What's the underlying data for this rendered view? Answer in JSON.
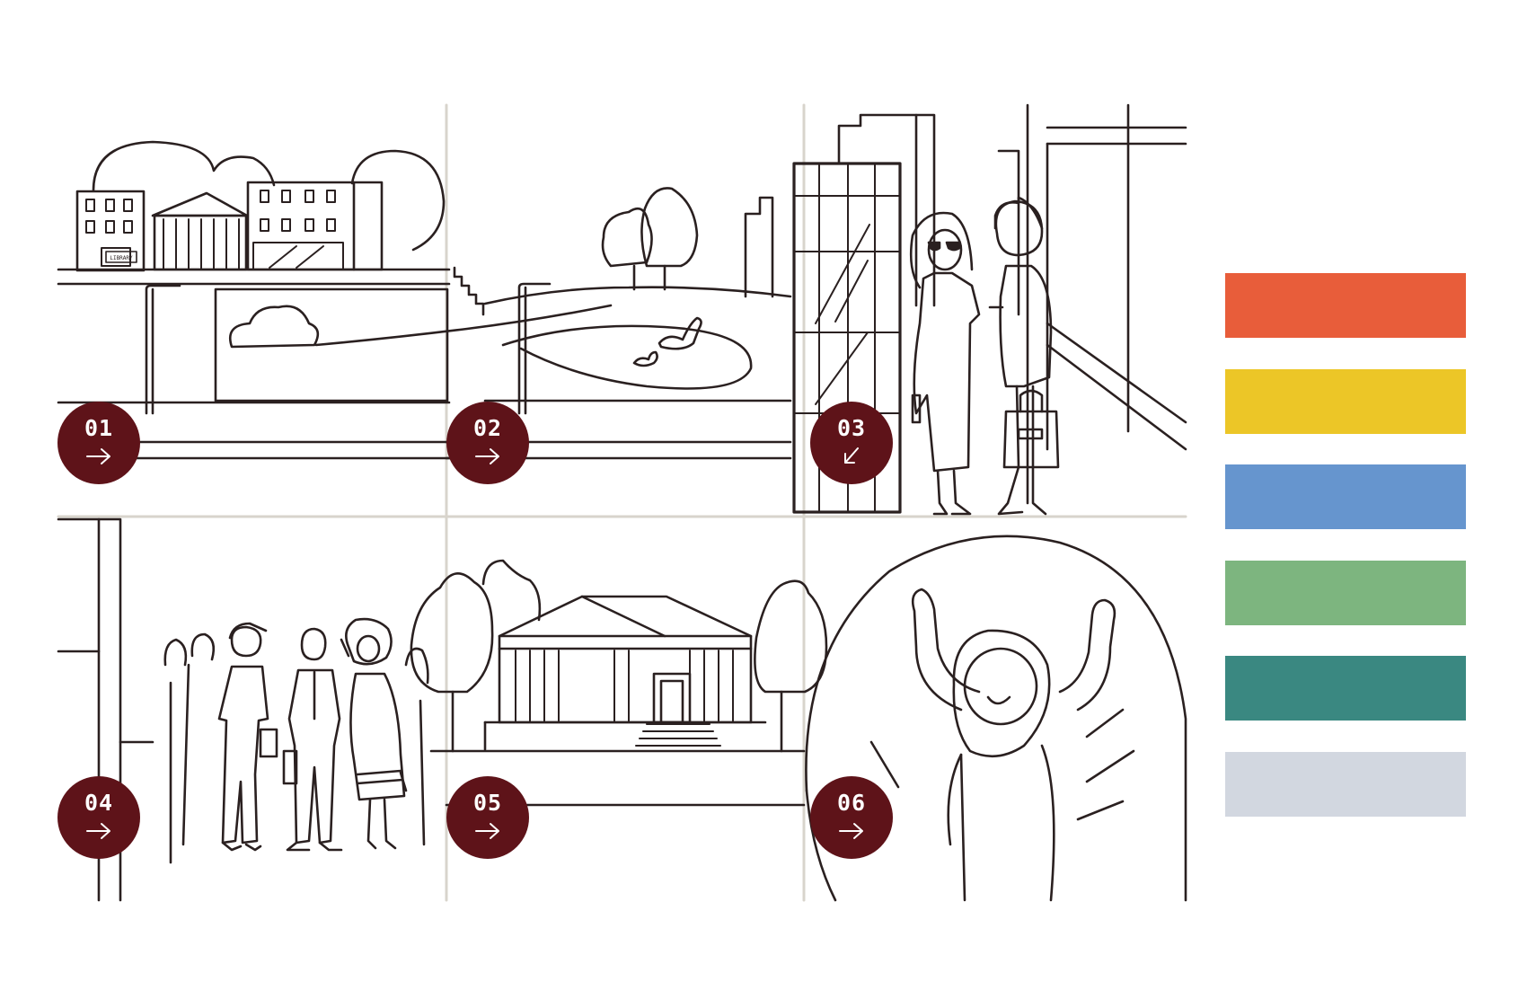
{
  "theme": {
    "badge_color": "#5e1319",
    "line_color": "#2a2020",
    "divider_color": "#d8d4cc"
  },
  "panels": [
    {
      "number": "01",
      "arrow_icon": "arrow-right-icon"
    },
    {
      "number": "02",
      "arrow_icon": "arrow-right-icon"
    },
    {
      "number": "03",
      "arrow_icon": "arrow-down-left-icon"
    },
    {
      "number": "04",
      "arrow_icon": "arrow-right-icon"
    },
    {
      "number": "05",
      "arrow_icon": "arrow-right-icon"
    },
    {
      "number": "06",
      "arrow_icon": "arrow-right-icon"
    }
  ],
  "palette": [
    "#e85d3a",
    "#ecc627",
    "#6695ce",
    "#7db57f",
    "#3a8881",
    "#d2d7e0"
  ],
  "shop_sign": "LIBRARY"
}
